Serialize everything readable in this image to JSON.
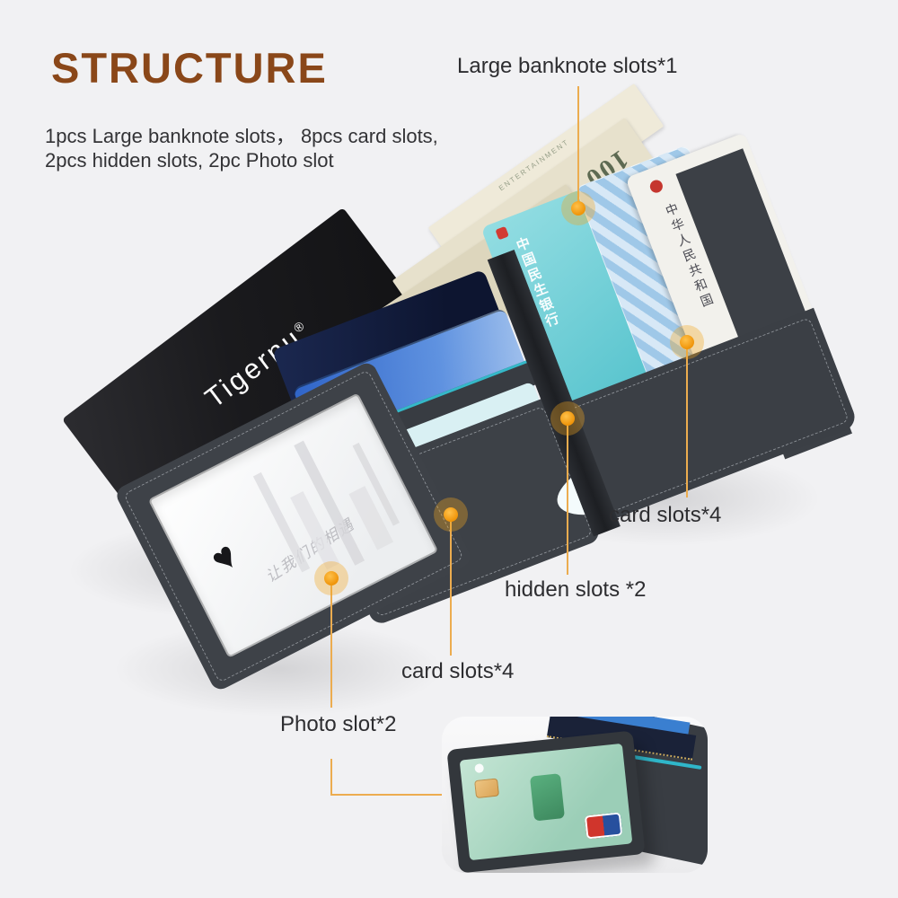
{
  "page": {
    "background_color": "#f1f1f3"
  },
  "header": {
    "title": "STRUCTURE",
    "title_color": "#8a4719",
    "subtitle_line1": "1pcs Large banknote slots，  8pcs card slots,",
    "subtitle_line2": "2pcs hidden slots, 2pc Photo slot"
  },
  "callouts": {
    "accent_dot_color": "#ef9409",
    "line_color": "#ecac4f",
    "items": [
      {
        "id": "banknote",
        "label": "Large banknote slots*1"
      },
      {
        "id": "card-slots-right",
        "label": "card slots*4"
      },
      {
        "id": "hidden-slots",
        "label": "hidden slots *2"
      },
      {
        "id": "card-slots-bottom",
        "label": "card slots*4"
      },
      {
        "id": "photo-slot",
        "label": "Photo slot*2"
      }
    ]
  },
  "product": {
    "brand": "Tigernu",
    "brand_mark": "®",
    "box_color": "#1a1a1d",
    "wallet_fabric_color": "#3d4147",
    "trim_color": "#35b8c8",
    "bill": {
      "value": "100",
      "fineprint": "ENTERTAINMENT"
    },
    "cards": {
      "minsheng_bank_text": "中国民生银行",
      "id_card_text": "中华人民共和国"
    },
    "photo_card_script": "让我们的相遇"
  }
}
